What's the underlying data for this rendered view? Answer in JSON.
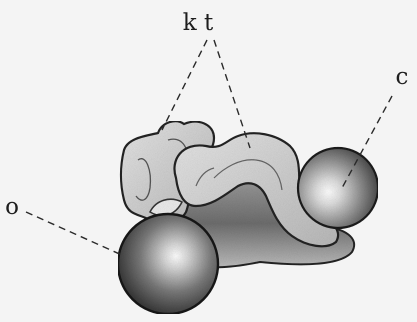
{
  "labels": {
    "kt": "k t",
    "c": "c",
    "o": "o"
  }
}
